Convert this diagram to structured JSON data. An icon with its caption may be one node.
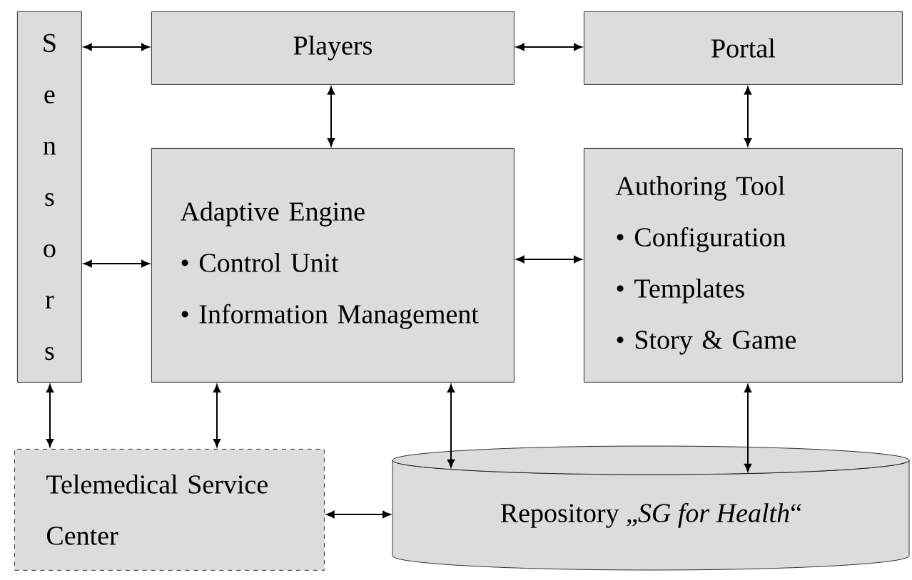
{
  "diagram": {
    "nodes": [
      {
        "text": [
          "Sensors"
        ]
      },
      {
        "text": [
          "Players"
        ]
      },
      {
        "text": [
          "Portal"
        ]
      },
      {
        "text": [
          "Adaptive Engine",
          "• Control Unit",
          "• Information Management"
        ]
      },
      {
        "text": [
          "Authoring Tool",
          "• Configuration",
          "• Templates",
          "• Story & Game"
        ]
      },
      {
        "text": [
          "Telemedical Service Center"
        ]
      },
      {
        "text": [
          "Repository „*SG for Health*“"
        ]
      }
    ],
    "edges": [
      {
        "from": 0,
        "to": 1,
        "arrow": "both"
      },
      {
        "from": 1,
        "to": 2,
        "arrow": "both"
      },
      {
        "from": 1,
        "to": 3,
        "arrow": "both"
      },
      {
        "from": 2,
        "to": 4,
        "arrow": "both"
      },
      {
        "from": 0,
        "to": 3,
        "arrow": "both"
      },
      {
        "from": 3,
        "to": 4,
        "arrow": "both"
      },
      {
        "from": 0,
        "to": 5,
        "arrow": "both"
      },
      {
        "from": 3,
        "to": 5,
        "arrow": "both"
      },
      {
        "from": 3,
        "to": 6,
        "arrow": "both"
      },
      {
        "from": 4,
        "to": 6,
        "arrow": "both"
      },
      {
        "from": 5,
        "to": 6,
        "arrow": "both"
      }
    ]
  }
}
